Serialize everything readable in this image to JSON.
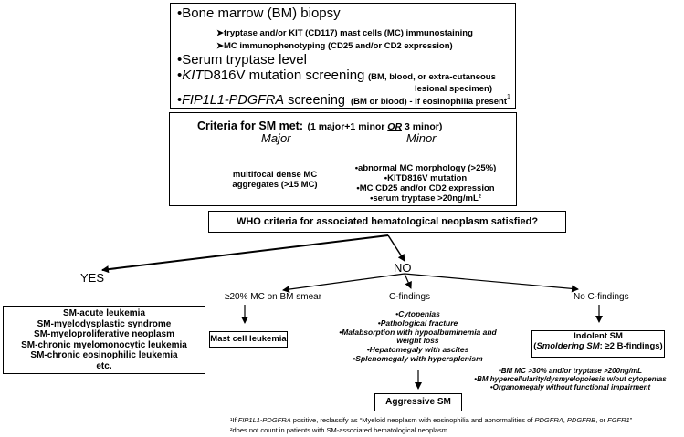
{
  "workup": {
    "bm_biopsy": "•Bone marrow (BM) biopsy",
    "bm_sub1": "➤tryptase and/or KIT (CD117) mast cells (MC)  immunostaining",
    "bm_sub2": "➤MC immunophenotyping (CD25 and/or CD2 expression)",
    "serum": "•Serum tryptase level",
    "kit_bullet": "•",
    "kit_gene": "KIT",
    "kit_rest": "D816V mutation screening",
    "kit_note_line1": "(BM, blood, or extra-cutaneous",
    "kit_note_line2": "lesional specimen)",
    "fip_bullet": "•",
    "fip_gene": "FIP1L1-PDGFRA",
    "fip_rest": " screening",
    "fip_note": "(BM or blood)  - if eosinophilia present",
    "fip_sup": "1"
  },
  "criteria": {
    "title": "Criteria for SM met:",
    "rule_pre": "(1 major+1 minor ",
    "rule_or": "OR",
    "rule_post": " 3 minor)",
    "major_head": "Major",
    "minor_head": "Minor",
    "major_line1": "multifocal dense MC",
    "major_line2": "aggregates (>15 MC)",
    "minor_line1": "•abnormal MC morphology (>25%)",
    "minor_line2": "•KITD816V mutation",
    "minor_line3": "•MC CD25 and/or CD2 expression",
    "minor_line4": "•serum tryptase >20ng/mL²"
  },
  "who_question": "WHO criteria for associated hematological neoplasm satisfied?",
  "yes_label": "YES",
  "no_label": "NO",
  "yes_box": {
    "line1": "SM-acute leukemia",
    "line2": "SM-myelodysplastic syndrome",
    "line3": "SM-myeloproliferative neoplasm",
    "line4": "SM-chronic myelomonocytic leukemia",
    "line5": "SM-chronic eosinophilic leukemia",
    "line6": "etc."
  },
  "branches": {
    "mc20": "≥20% MC on BM smear",
    "cfind": "C-findings",
    "nocfind": "No C-findings"
  },
  "mast_cell_leukemia": "Mast cell leukemia",
  "cfindings_list": {
    "item1": "•Cytopenias",
    "item2": "•Pathological fracture",
    "item3a": "•Malabsorption with hypoalbuminemia and",
    "item3b": "weight loss",
    "item4": "•Hepatomegaly with ascites",
    "item5": "•Splenomegaly with hypersplenism"
  },
  "aggressive_sm": "Aggressive SM",
  "indolent": {
    "title": "Indolent SM",
    "paren_open": "(",
    "smoldering": "Smoldering SM",
    "smoldering_rest": ": ≥2 B-findings)"
  },
  "bfindings_list": {
    "item1": "•BM MC >30% and/or tryptase >200ng/mL",
    "item2": "•BM hypercellularity/dysmyelopoiesis w/out cytopenias",
    "item3": "•Organomegaly without functional impairment"
  },
  "footnotes": {
    "f1_mark": "¹If ",
    "f1_gene1": "FIP1L1-PDGFRA",
    "f1_mid": " positive, reclassify as “Myeloid neoplasm with eosinophilia and abnormalities of ",
    "f1_gene2": "PDGFRA",
    "f1_c1": ", ",
    "f1_gene3": "PDGFRB",
    "f1_c2": ", or ",
    "f1_gene4": "FGFR1",
    "f1_end": "”",
    "f2": "²does not count in patients with SM-associated hematological neoplasm"
  }
}
